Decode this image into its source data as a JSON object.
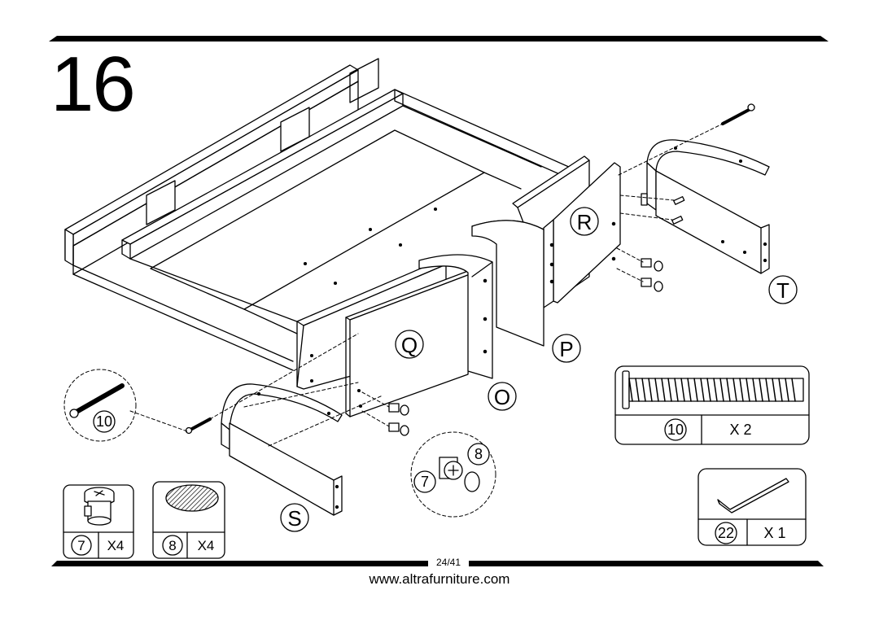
{
  "step": {
    "number": "16"
  },
  "parts": {
    "Q": "Q",
    "R": "R",
    "P": "P",
    "O": "O",
    "S": "S",
    "T": "T"
  },
  "callouts": {
    "screw_detail_ref": "10",
    "cam_ref": "7",
    "cover_ref": "8"
  },
  "hardware_boxes": [
    {
      "part_no": "7",
      "qty": "X4",
      "icon": "cam-lock-icon"
    },
    {
      "part_no": "8",
      "qty": "X4",
      "icon": "cap-cover-icon"
    },
    {
      "part_no": "10",
      "qty": "X 2",
      "icon": "bolt-icon"
    },
    {
      "part_no": "22",
      "qty": "X 1",
      "icon": "allen-key-icon"
    }
  ],
  "footer": {
    "page": "24/41",
    "url": "www.altrafurniture.com"
  }
}
